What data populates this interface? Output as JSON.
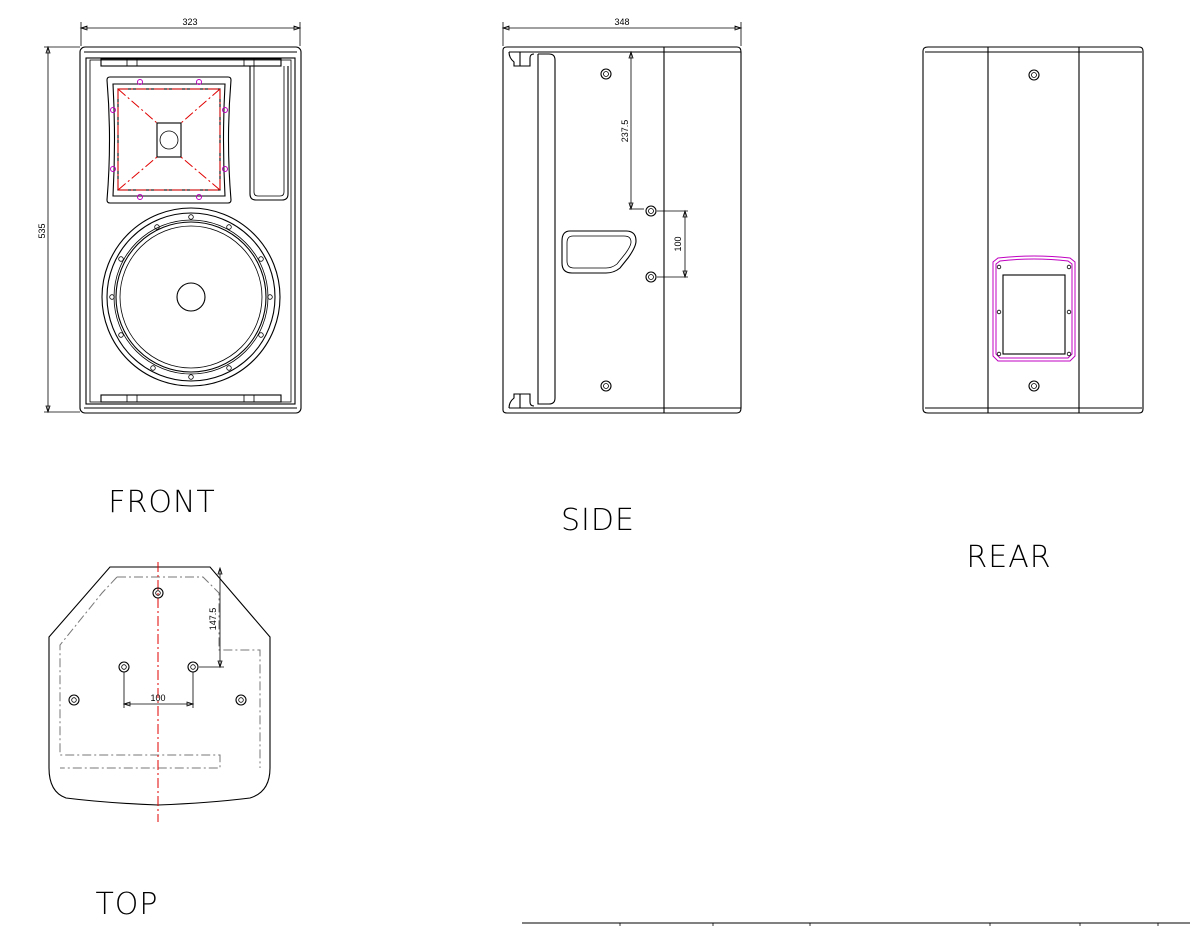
{
  "views": {
    "front": {
      "label": "FRONT",
      "width_dim": "323",
      "height_dim": "535"
    },
    "side": {
      "label": "SIDE",
      "width_dim": "348",
      "hole_offset_dim": "237.5",
      "hole_spacing_dim": "100"
    },
    "rear": {
      "label": "REAR"
    },
    "top": {
      "label": "TOP",
      "hole_offset_dim": "147.5",
      "hole_spacing_dim": "100"
    }
  },
  "colors": {
    "line": "#000000",
    "centerline": "#e00000",
    "highlight": "#c000c0"
  }
}
